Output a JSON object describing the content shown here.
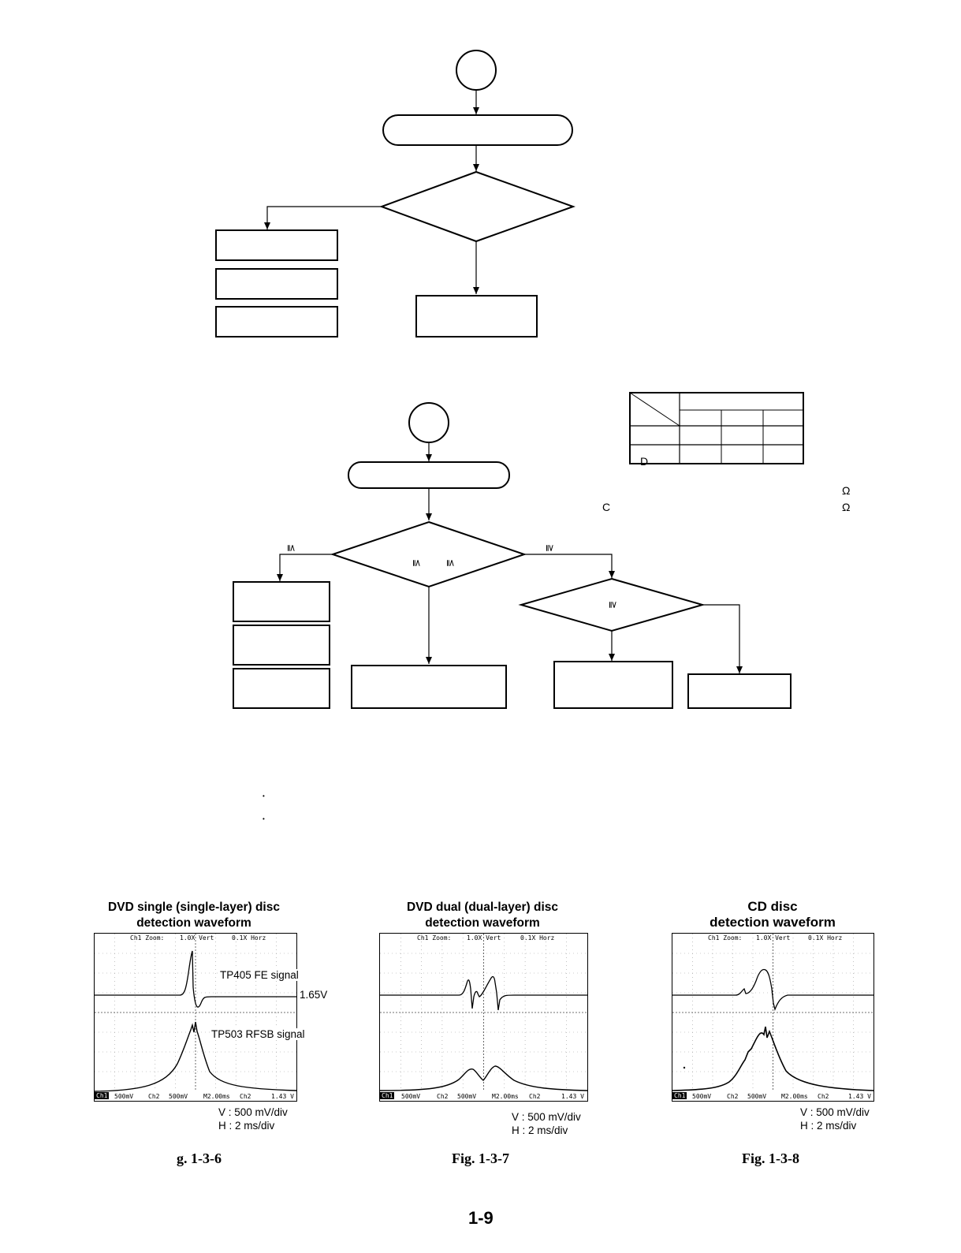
{
  "flowchart_a": {
    "table": {
      "row_label": "D"
    },
    "notes": [
      "Ω",
      "C",
      "Ω"
    ],
    "symbols": {
      "left_branch": "≦",
      "center_a": "≦",
      "center_b": "≦",
      "right_branch": "≧",
      "sub_diamond": "≧"
    }
  },
  "bullets": [
    "•",
    "•"
  ],
  "waveforms": [
    {
      "title_line1": "DVD single (single-layer) disc",
      "title_line2": "detection waveform",
      "scope_top": {
        "ch": "Ch1 Zoom:",
        "vert": "1.0X Vert",
        "horz": "0.1X Horz"
      },
      "scope_bottom": {
        "ch1": "Ch1",
        "v1": "500mV",
        "ch2": "Ch2",
        "v2": "500mV",
        "time": "M2.00ms",
        "trig": "Ch2",
        "level": "1.43 V"
      },
      "annotations": {
        "fe": "TP405 FE signal",
        "level": "1.65V",
        "rfsb": "TP503 RFSB signal"
      },
      "scale_v": "V : 500 mV/div",
      "scale_h": "H : 2 ms/div",
      "fig_label": "g. 1-3-6"
    },
    {
      "title_line1": "DVD dual (dual-layer) disc",
      "title_line2": "detection waveform",
      "scope_top": {
        "ch": "Ch1 Zoom:",
        "vert": "1.0X Vert",
        "horz": "0.1X Horz"
      },
      "scope_bottom": {
        "ch1": "Ch1",
        "v1": "500mV",
        "ch2": "Ch2",
        "v2": "500mV",
        "time": "M2.00ms",
        "trig": "Ch2",
        "level": "1.43 V"
      },
      "scale_v": "V : 500 mV/div",
      "scale_h": "H : 2 ms/div",
      "fig_label": "Fig. 1-3-7"
    },
    {
      "title_line1": "CD disc",
      "title_line2": "detection waveform",
      "scope_top": {
        "ch": "Ch1 Zoom:",
        "vert": "1.0X Vert",
        "horz": "0.1X Horz"
      },
      "scope_bottom": {
        "ch1": "Ch1",
        "v1": "500mV",
        "ch2": "Ch2",
        "v2": "500mV",
        "time": "M2.00ms",
        "trig": "Ch2",
        "level": "1.43 V"
      },
      "scale_v": "V : 500 mV/div",
      "scale_h": "H : 2 ms/div",
      "fig_label": "Fig. 1-3-8"
    }
  ],
  "page_number": "1-9"
}
